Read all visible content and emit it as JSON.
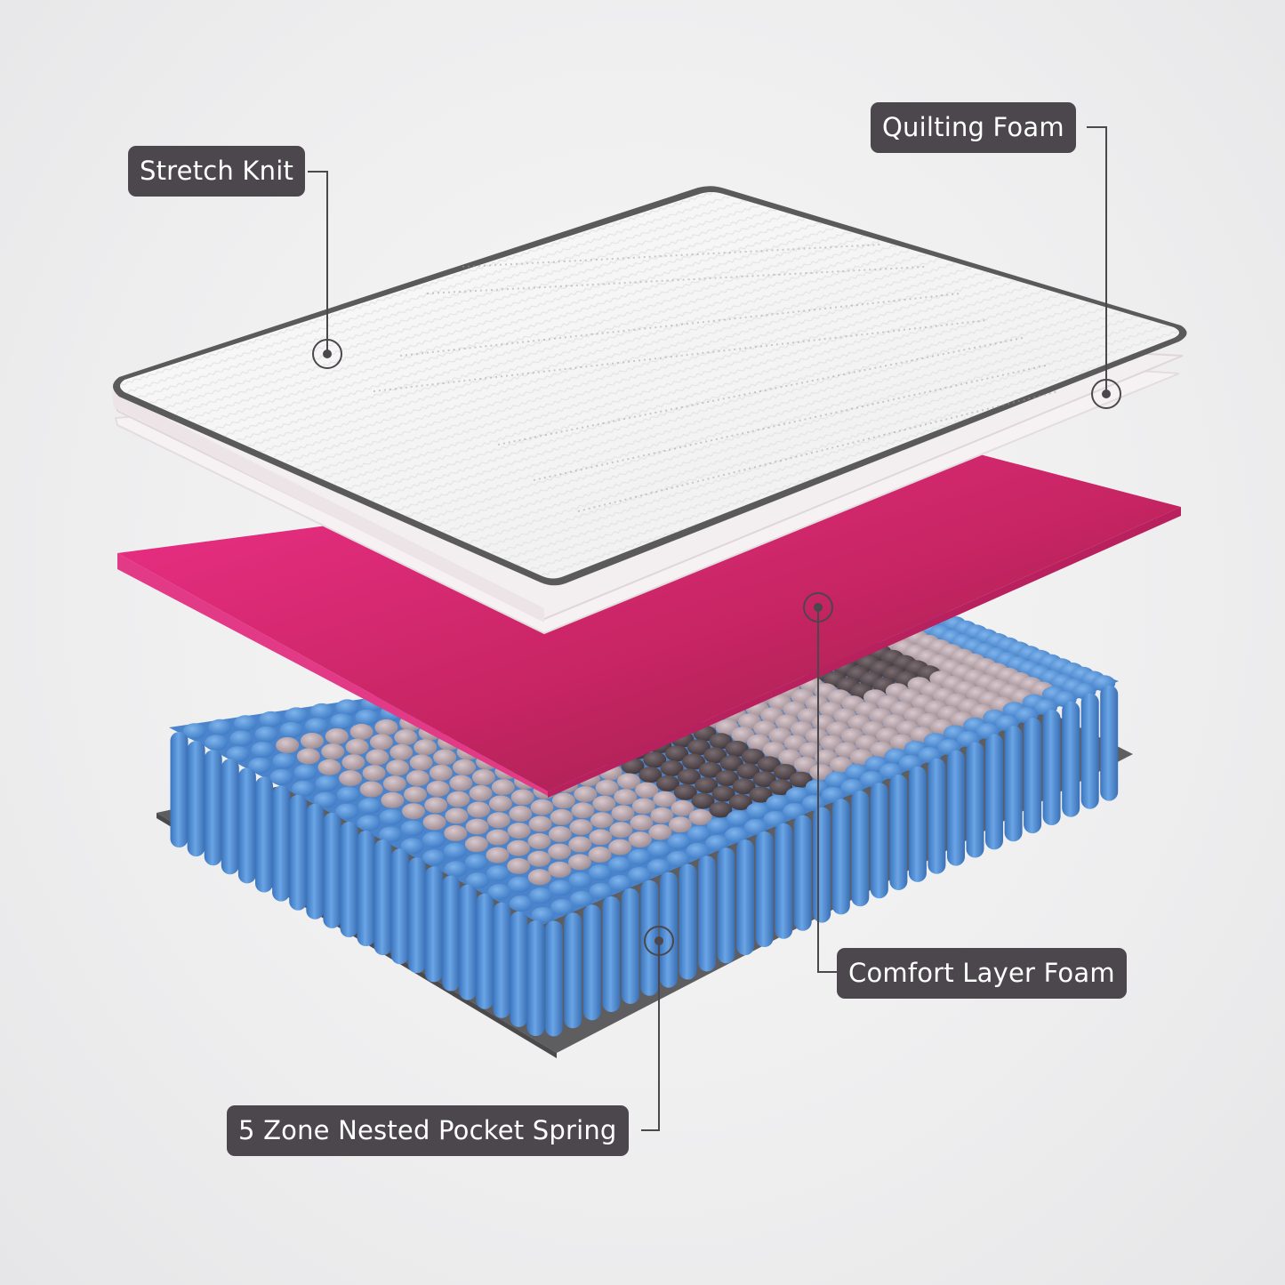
{
  "labels": {
    "stretch_knit": "Stretch Knit",
    "quilting_foam": "Quilting Foam",
    "comfort_layer_foam": "Comfort Layer Foam",
    "pocket_spring": "5 Zone Nested Pocket Spring"
  },
  "colors": {
    "label_bg": "#4b474c",
    "label_text": "#ffffff",
    "knit_top": "#f4f4f4",
    "knit_border": "#5a5a5a",
    "comfort_foam": "#e0286f",
    "spring_outer": "#4f8fd6",
    "spring_zone_light": "#b8a2aa",
    "spring_zone_dark": "#5b4f53",
    "base_sheet": "#5d5d60"
  }
}
